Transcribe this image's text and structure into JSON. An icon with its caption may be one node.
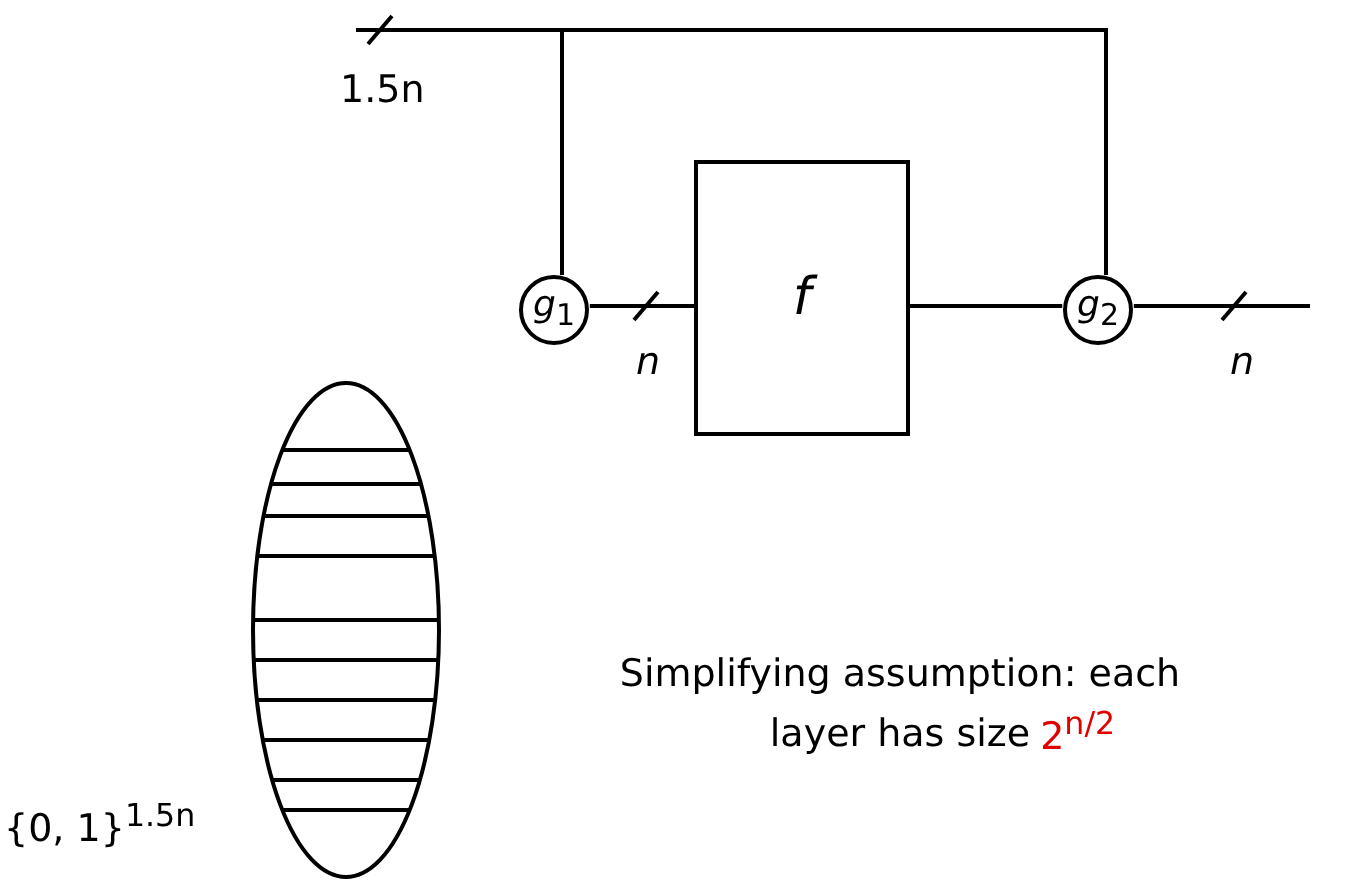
{
  "diagram": {
    "nodes": [
      {
        "text": [
          "*g*$_{1}$"
        ]
      },
      {
        "text": [
          "*f*"
        ]
      },
      {
        "text": [
          "*g*$_{2}$"
        ]
      },
      {
        "text": [],
        "shape": "ellipse",
        "beside": [
          "{0, 1}$^{1.5n}$"
        ]
      }
    ],
    "edges": [
      {
        "from": null,
        "to": 0,
        "arrow": "none",
        "label": "1.5n"
      },
      {
        "from": null,
        "to": 2,
        "arrow": "none"
      },
      {
        "from": 0,
        "to": 1,
        "arrow": "none",
        "label": "n"
      },
      {
        "from": 1,
        "to": 2,
        "arrow": "none"
      },
      {
        "from": 2,
        "to": null,
        "arrow": "none",
        "label": "n"
      }
    ],
    "labels": [
      "Simplifying assumption: each layer has size",
      "2$^{n/2}$"
    ]
  }
}
